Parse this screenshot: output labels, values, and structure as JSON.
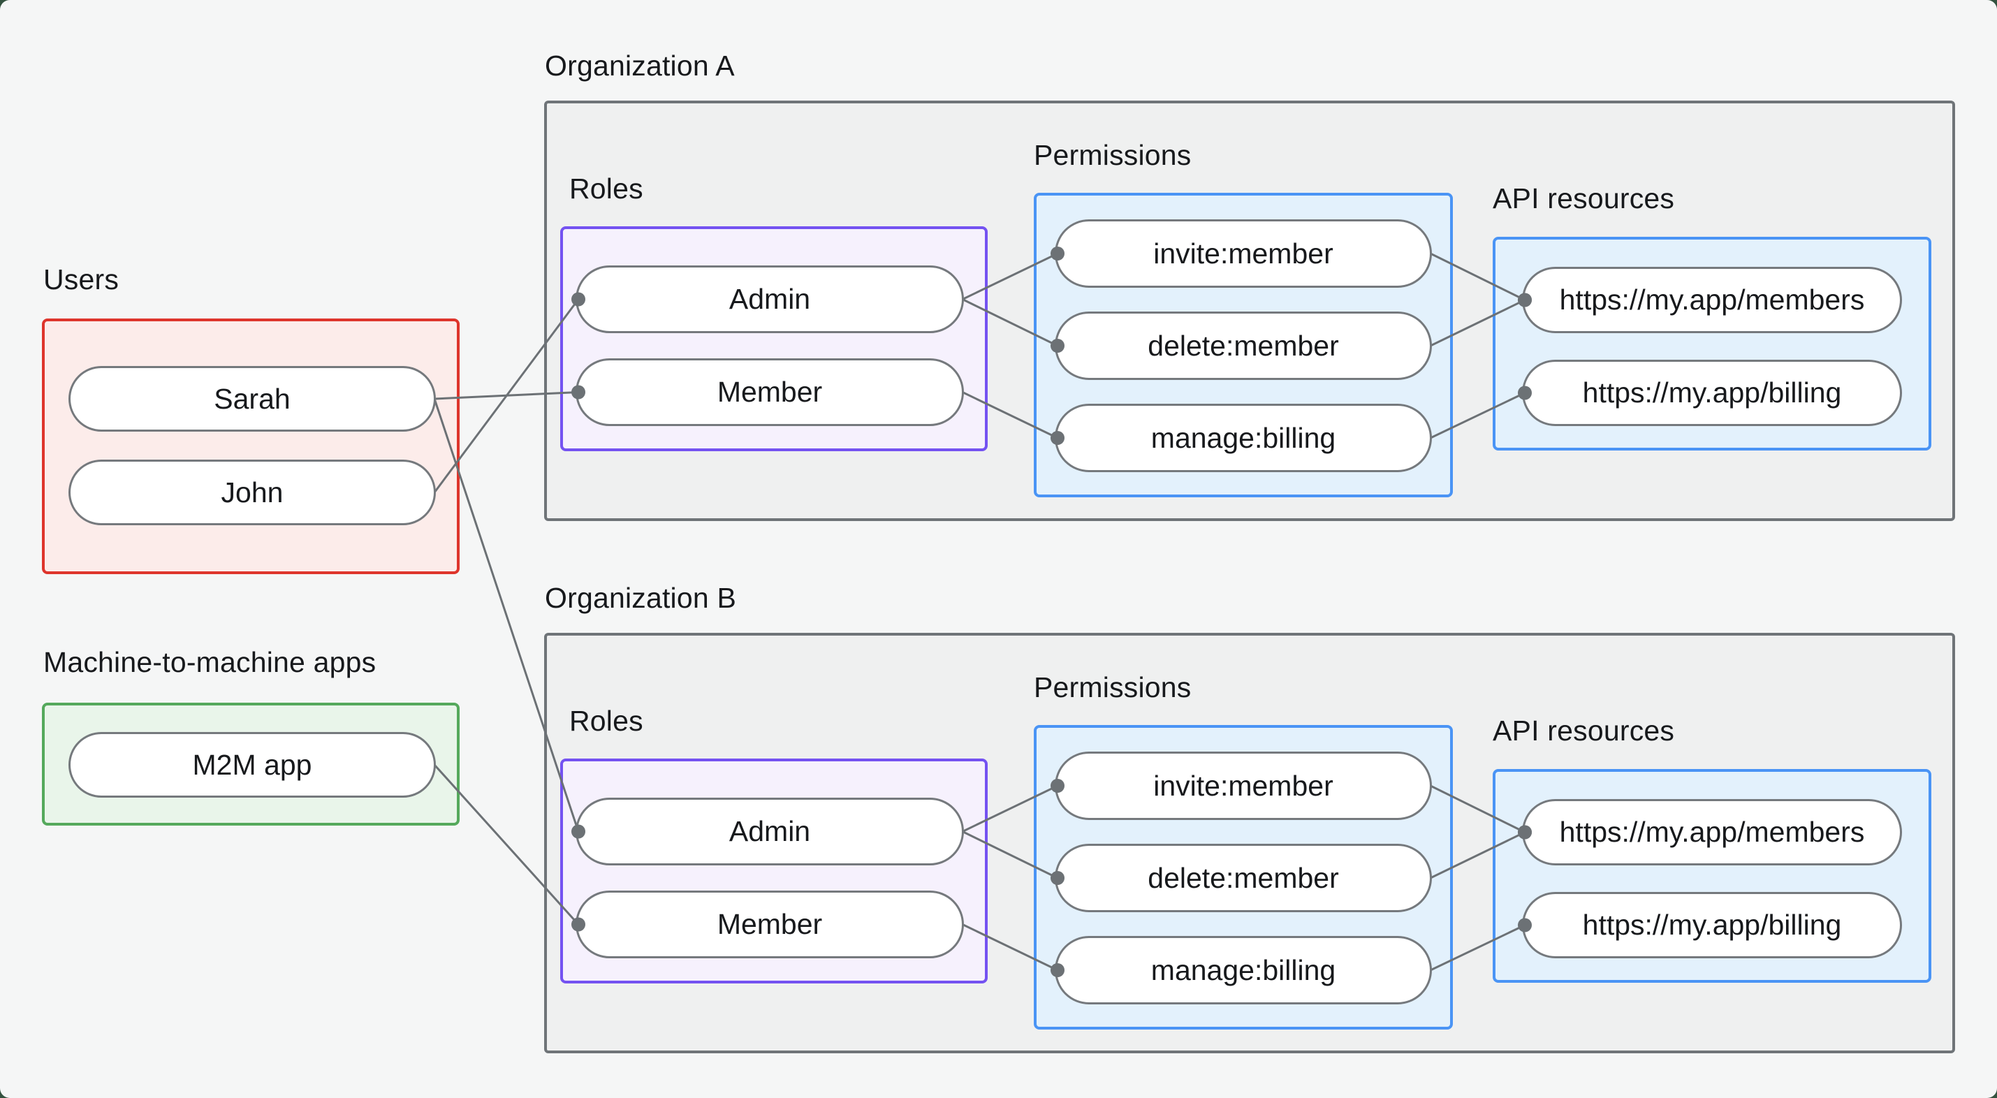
{
  "users_group": {
    "label": "Users",
    "items": [
      {
        "id": "sarah",
        "label": "Sarah"
      },
      {
        "id": "john",
        "label": "John"
      }
    ]
  },
  "m2m_group": {
    "label": "Machine-to-machine apps",
    "items": [
      {
        "id": "m2m",
        "label": "M2M app"
      }
    ]
  },
  "orgs": [
    {
      "id": "orgA",
      "title": "Organization A",
      "roles": {
        "label": "Roles",
        "items": [
          {
            "id": "orgA-admin",
            "label": "Admin"
          },
          {
            "id": "orgA-member",
            "label": "Member"
          }
        ]
      },
      "permissions": {
        "label": "Permissions",
        "items": [
          {
            "id": "orgA-invite",
            "label": "invite:member"
          },
          {
            "id": "orgA-delete",
            "label": "delete:member"
          },
          {
            "id": "orgA-manage",
            "label": "manage:billing"
          }
        ]
      },
      "api": {
        "label": "API resources",
        "items": [
          {
            "id": "orgA-members",
            "label": "https://my.app/members"
          },
          {
            "id": "orgA-billing",
            "label": "https://my.app/billing"
          }
        ]
      }
    },
    {
      "id": "orgB",
      "title": "Organization B",
      "roles": {
        "label": "Roles",
        "items": [
          {
            "id": "orgB-admin",
            "label": "Admin"
          },
          {
            "id": "orgB-member",
            "label": "Member"
          }
        ]
      },
      "permissions": {
        "label": "Permissions",
        "items": [
          {
            "id": "orgB-invite",
            "label": "invite:member"
          },
          {
            "id": "orgB-delete",
            "label": "delete:member"
          },
          {
            "id": "orgB-manage",
            "label": "manage:billing"
          }
        ]
      },
      "api": {
        "label": "API resources",
        "items": [
          {
            "id": "orgB-members",
            "label": "https://my.app/members"
          },
          {
            "id": "orgB-billing",
            "label": "https://my.app/billing"
          }
        ]
      }
    }
  ],
  "connections": [
    {
      "from": "sarah",
      "to": "orgA-member"
    },
    {
      "from": "john",
      "to": "orgA-admin"
    },
    {
      "from": "sarah",
      "to": "orgB-admin"
    },
    {
      "from": "m2m",
      "to": "orgB-member"
    },
    {
      "from": "orgA-admin",
      "to": "orgA-invite"
    },
    {
      "from": "orgA-admin",
      "to": "orgA-delete"
    },
    {
      "from": "orgA-member",
      "to": "orgA-manage"
    },
    {
      "from": "orgA-invite",
      "to": "orgA-members"
    },
    {
      "from": "orgA-delete",
      "to": "orgA-members"
    },
    {
      "from": "orgA-manage",
      "to": "orgA-billing"
    },
    {
      "from": "orgB-admin",
      "to": "orgB-invite"
    },
    {
      "from": "orgB-admin",
      "to": "orgB-delete"
    },
    {
      "from": "orgB-member",
      "to": "orgB-manage"
    },
    {
      "from": "orgB-invite",
      "to": "orgB-members"
    },
    {
      "from": "orgB-delete",
      "to": "orgB-members"
    },
    {
      "from": "orgB-manage",
      "to": "orgB-billing"
    }
  ],
  "style": {
    "page_bg": "#f5f6f6",
    "outside_bg": "#33523f",
    "org_box_fill": "#eff0f0",
    "org_box_border": "#6f7478",
    "red_border": "#de352c",
    "red_fill": "#fcecea",
    "green_border": "#55a95c",
    "green_fill": "#e9f5ea",
    "purple_border": "#7452f1",
    "purple_fill": "#f6f1fd",
    "blue_border": "#4a94f5",
    "blue_fill": "#e3f1fc",
    "pill_border": "#75797d",
    "pill_fill": "#ffffff",
    "line_color": "#6c7175",
    "dot_color": "#6c7175",
    "text_color": "#17191c"
  }
}
